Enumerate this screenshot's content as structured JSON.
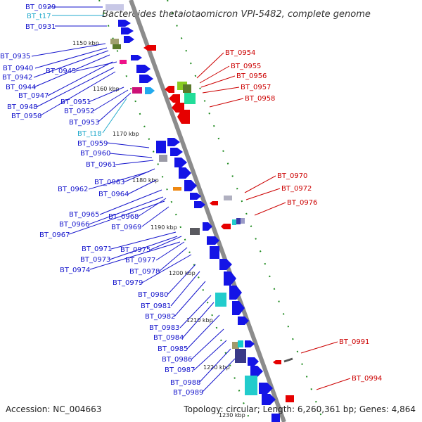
{
  "header": {
    "title": "Bacteroides thetaiotaomicron VPI-5482, complete genome"
  },
  "footer": {
    "accession": "Accession: NC_004663",
    "summary": "Topology: circular; Length: 6,260,361 bp; Genes: 4,864"
  },
  "colors": {
    "forward": "#1414e6",
    "reverse": "#e60000",
    "trna": "#22aacc",
    "backbone": "#8c8c8c",
    "tick": "#1e8a1e"
  },
  "ticks": [
    "1150 kbp",
    "1160 kbp",
    "1170 kbp",
    "1180 kbp",
    "1190 kbp",
    "1200 kbp",
    "1210 kbp",
    "1220 kbp",
    "1230 kbp"
  ],
  "left_labels": [
    "BT_0929",
    "BT_t17",
    "BT_0931",
    "BT_0935",
    "BT_0940",
    "BT_0942",
    "BT_0944",
    "BT_0945",
    "BT_0947",
    "BT_0948",
    "BT_0950",
    "BT_0951",
    "BT_0952",
    "BT_0953",
    "BT_t18",
    "BT_0959",
    "BT_0960",
    "BT_0961",
    "BT_0963",
    "BT_0962",
    "BT_0964",
    "BT_0965",
    "BT_0968",
    "BT_0966",
    "BT_0969",
    "BT_0967",
    "BT_0971",
    "BT_0975",
    "BT_0973",
    "BT_0977",
    "BT_0974",
    "BT_0978",
    "BT_0979",
    "BT_0980",
    "BT_0981",
    "BT_0982",
    "BT_0983",
    "BT_0984",
    "BT_0985",
    "BT_0986",
    "BT_0987",
    "BT_0988",
    "BT_0989"
  ],
  "right_labels": [
    "BT_0954",
    "BT_0955",
    "BT_0956",
    "BT_0957",
    "BT_0958",
    "BT_0970",
    "BT_0972",
    "BT_0976",
    "BT_0991",
    "BT_0994"
  ]
}
